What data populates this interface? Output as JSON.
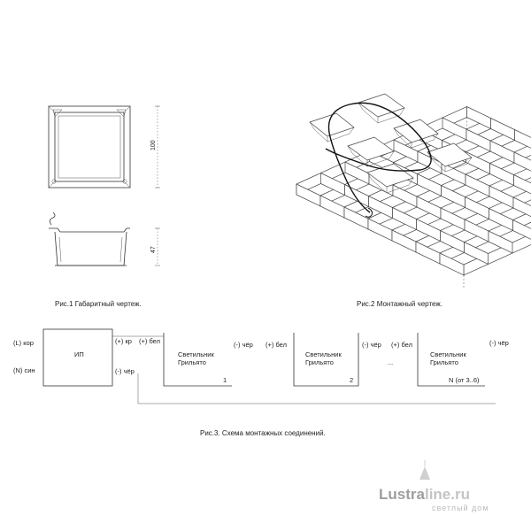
{
  "fig1": {
    "caption": "Рис.1 Габаритный чертеж.",
    "dim_width": "100",
    "dim_height": "47"
  },
  "fig2": {
    "caption": "Рис.2 Монтажный чертеж."
  },
  "fig3": {
    "caption": "Рис.3. Схема монтажных соединений.",
    "input_L": "(L) кор",
    "input_N": "(N) син",
    "psu_label": "ИП",
    "psu_out_plus": "(+) кр",
    "psu_out_minus": "(-) чёр",
    "wire_plus": "(+) бел",
    "wire_minus": "(-) чёр",
    "ellipsis": "...",
    "fixtures": [
      {
        "line1": "Светильник",
        "line2": "Грильято",
        "num": "1"
      },
      {
        "line1": "Светильник",
        "line2": "Грильято",
        "num": "2"
      },
      {
        "line1": "Светильник",
        "line2": "Грильято",
        "num": "N (от 3..6)"
      }
    ]
  },
  "logo": {
    "name": "Lustraline.ru",
    "name_dark": "Lustra",
    "name_light": "line.ru",
    "tagline": "светлый дом",
    "color": "#aaaaaa"
  }
}
